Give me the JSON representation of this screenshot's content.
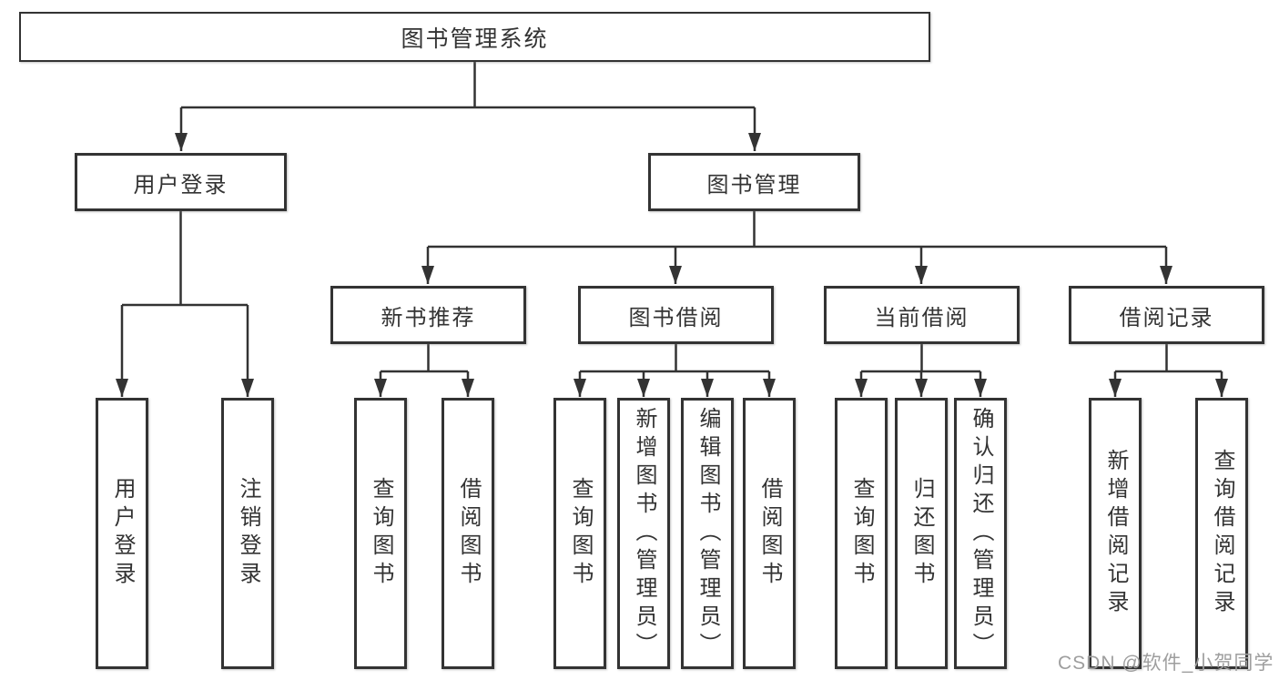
{
  "tree": {
    "root": {
      "label": "图书管理系统"
    },
    "level2": [
      {
        "label": "用户登录",
        "children": [
          {
            "label": "用户登录"
          },
          {
            "label": "注销登录"
          }
        ]
      },
      {
        "label": "图书管理",
        "children": [
          {
            "label": "新书推荐",
            "children": [
              {
                "label": "查询图书"
              },
              {
                "label": "借阅图书"
              }
            ]
          },
          {
            "label": "图书借阅",
            "children": [
              {
                "label": "查询图书"
              },
              {
                "label": "新增图书（管理员）"
              },
              {
                "label": "编辑图书（管理员）"
              },
              {
                "label": "借阅图书"
              }
            ]
          },
          {
            "label": "当前借阅",
            "children": [
              {
                "label": "查询图书"
              },
              {
                "label": "归还图书"
              },
              {
                "label": "确认归还（管理员）"
              }
            ]
          },
          {
            "label": "借阅记录",
            "children": [
              {
                "label": "新增借阅记录"
              },
              {
                "label": "查询借阅记录"
              }
            ]
          }
        ]
      }
    ]
  },
  "watermark": {
    "text": "CSDN @软件_小贺同学"
  },
  "colors": {
    "line": "#333333",
    "box_border": "#333333",
    "text": "#333333",
    "watermark": "#9e9e9e",
    "background": "#ffffff"
  }
}
